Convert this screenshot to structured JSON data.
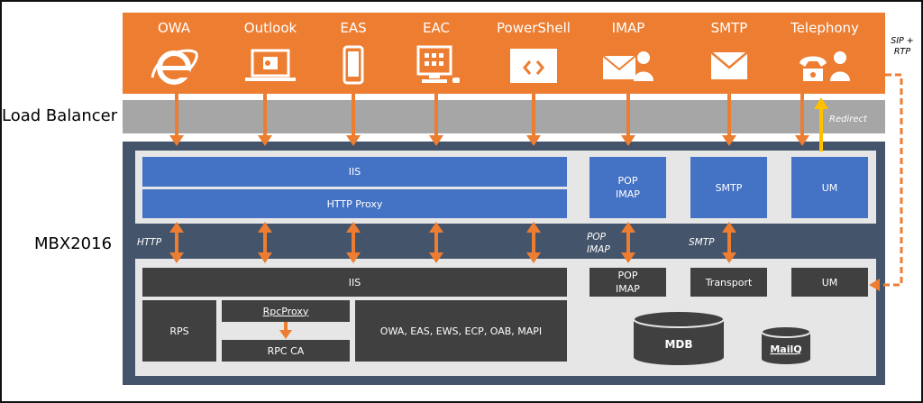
{
  "clients": [
    {
      "label": "OWA",
      "icon": "internet-explorer-icon"
    },
    {
      "label": "Outlook",
      "icon": "outlook-laptop-icon"
    },
    {
      "label": "EAS",
      "icon": "mobile-phone-icon"
    },
    {
      "label": "EAC",
      "icon": "admin-center-monitor-icon"
    },
    {
      "label": "PowerShell",
      "icon": "powershell-window-icon"
    },
    {
      "label": "IMAP",
      "icon": "mail-user-icon"
    },
    {
      "label": "SMTP",
      "icon": "envelope-icon"
    },
    {
      "label": "Telephony",
      "icon": "telephone-user-icon"
    }
  ],
  "load_balancer": {
    "label": "Load Balancer",
    "redirect": "Redirect"
  },
  "sip_rtp": {
    "line1": "SIP +",
    "line2": "RTP"
  },
  "mbx": {
    "label": "MBX2016",
    "frontend": {
      "iis": "IIS",
      "http_proxy": "HTTP Proxy",
      "pop_imap": "POP\nIMAP",
      "smtp": "SMTP",
      "um": "UM"
    },
    "protocols": {
      "http": "HTTP",
      "pop_imap": "POP\nIMAP",
      "smtp": "SMTP"
    },
    "backend": {
      "iis": "IIS",
      "pop_imap": "POP\nIMAP",
      "transport": "Transport",
      "um": "UM",
      "rps": "RPS",
      "rpc_proxy": "RpcProxy",
      "rpc_ca": "RPC CA",
      "services": "OWA, EAS, EWS, ECP, OAB, MAPI",
      "mdb": "MDB",
      "mailq": "MailQ"
    }
  },
  "colors": {
    "orange": "#ed7d31",
    "blue": "#4472c4",
    "navy": "#44546a",
    "dark": "#404040",
    "gray": "#a6a6a6",
    "light": "#e6e6e6",
    "yellow": "#ffc000"
  }
}
